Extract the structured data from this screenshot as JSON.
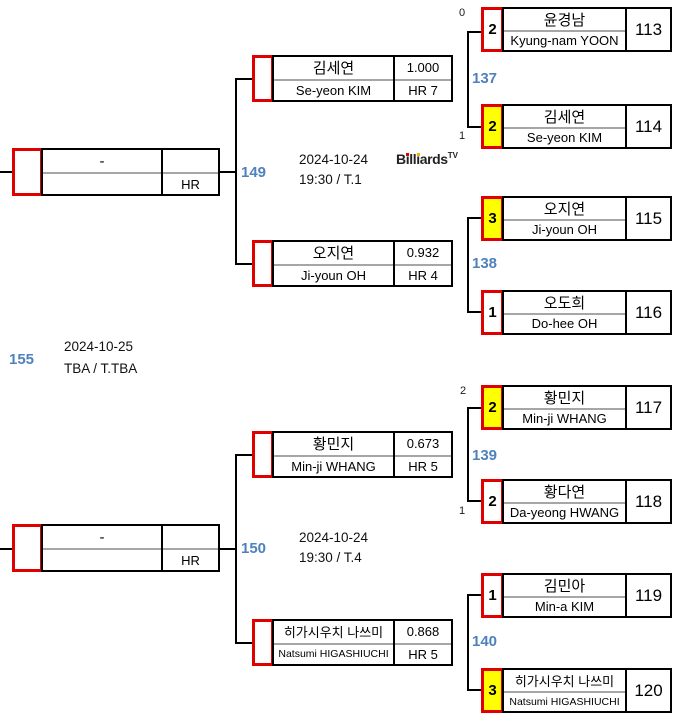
{
  "colors": {
    "red": "#e00000",
    "yellow": "#ffff00",
    "blue": "#4f81bd",
    "divider": "#a6a6a6"
  },
  "schedule": {
    "m155": {
      "label": "155",
      "date": "2024-10-25",
      "time": "TBA / T.TBA"
    },
    "m149": {
      "label": "149",
      "date": "2024-10-24",
      "time": "19:30 / T.1"
    },
    "m150": {
      "label": "150",
      "date": "2024-10-24",
      "time": "19:30 / T.4"
    }
  },
  "finals": [
    {
      "dash": "-",
      "hr_label": "HR"
    },
    {
      "dash": "-",
      "hr_label": "HR"
    }
  ],
  "semifinalists": [
    {
      "korean": "김세연",
      "english": "Se-yeon KIM",
      "avg": "1.000",
      "hr": "HR 7"
    },
    {
      "korean": "오지연",
      "english": "Ji-youn OH",
      "avg": "0.932",
      "hr": "HR 4"
    },
    {
      "korean": "황민지",
      "english": "Min-ji WHANG",
      "avg": "0.673",
      "hr": "HR 5"
    },
    {
      "korean": "히가시우치 나쓰미",
      "english": "Natsumi HIGASHIUCHI",
      "avg": "0.868",
      "hr": "HR 5"
    }
  ],
  "matches": [
    {
      "label": "137",
      "players": [
        {
          "pre": "0",
          "score": "2",
          "winner": false,
          "korean": "윤경남",
          "english": "Kyung-nam YOON",
          "num": "113"
        },
        {
          "pre": "1",
          "score": "2",
          "winner": true,
          "korean": "김세연",
          "english": "Se-yeon KIM",
          "num": "114"
        }
      ]
    },
    {
      "label": "138",
      "players": [
        {
          "pre": "",
          "score": "3",
          "winner": true,
          "korean": "오지연",
          "english": "Ji-youn OH",
          "num": "115"
        },
        {
          "pre": "",
          "score": "1",
          "winner": false,
          "korean": "오도희",
          "english": "Do-hee OH",
          "num": "116"
        }
      ]
    },
    {
      "label": "139",
      "players": [
        {
          "pre": "2",
          "score": "2",
          "winner": true,
          "korean": "황민지",
          "english": "Min-ji WHANG",
          "num": "117"
        },
        {
          "pre": "1",
          "score": "2",
          "winner": false,
          "korean": "황다연",
          "english": "Da-yeong HWANG",
          "num": "118"
        }
      ]
    },
    {
      "label": "140",
      "players": [
        {
          "pre": "",
          "score": "1",
          "winner": false,
          "korean": "김민아",
          "english": "Min-a KIM",
          "num": "119"
        },
        {
          "pre": "",
          "score": "3",
          "winner": true,
          "korean": "히가시우치 나쓰미",
          "english": "Natsumi HIGASHIUCHI",
          "num": "120"
        }
      ]
    }
  ],
  "logo": {
    "b": "B",
    "i1": "ı",
    "m": "ll",
    "i2": "ı",
    "rest": "ards",
    "sup": "TV"
  }
}
